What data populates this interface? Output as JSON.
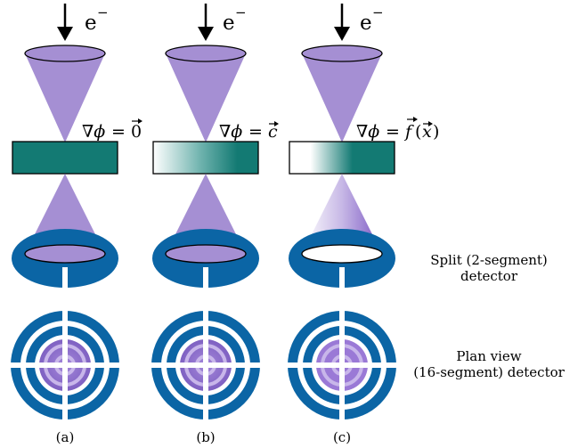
{
  "electron": {
    "symbol": "e",
    "charge": "−"
  },
  "panels": [
    {
      "id": "a",
      "label": "(a)",
      "gradient": {
        "lhs": "∇ϕ",
        "eq": "=",
        "rhs": "0"
      }
    },
    {
      "id": "b",
      "label": "(b)",
      "gradient": {
        "lhs": "∇ϕ",
        "eq": "=",
        "rhs": "c"
      }
    },
    {
      "id": "c",
      "label": "(c)",
      "gradient": {
        "lhs": "∇ϕ",
        "eq": "=",
        "rhs_f": "f",
        "rhs_paren_open": "(",
        "rhs_x": "x",
        "rhs_paren_close": ")"
      }
    }
  ],
  "labels": {
    "split_line1": "Split (2-segment)",
    "split_line2": "detector",
    "plan_line1": "Plan view",
    "plan_line2": "(16-segment) detector"
  },
  "colors": {
    "beam": "#a58fd3",
    "phase_plate": "#137a73",
    "detector": "#0b65a5",
    "plan_spot": "#8f70cf"
  }
}
